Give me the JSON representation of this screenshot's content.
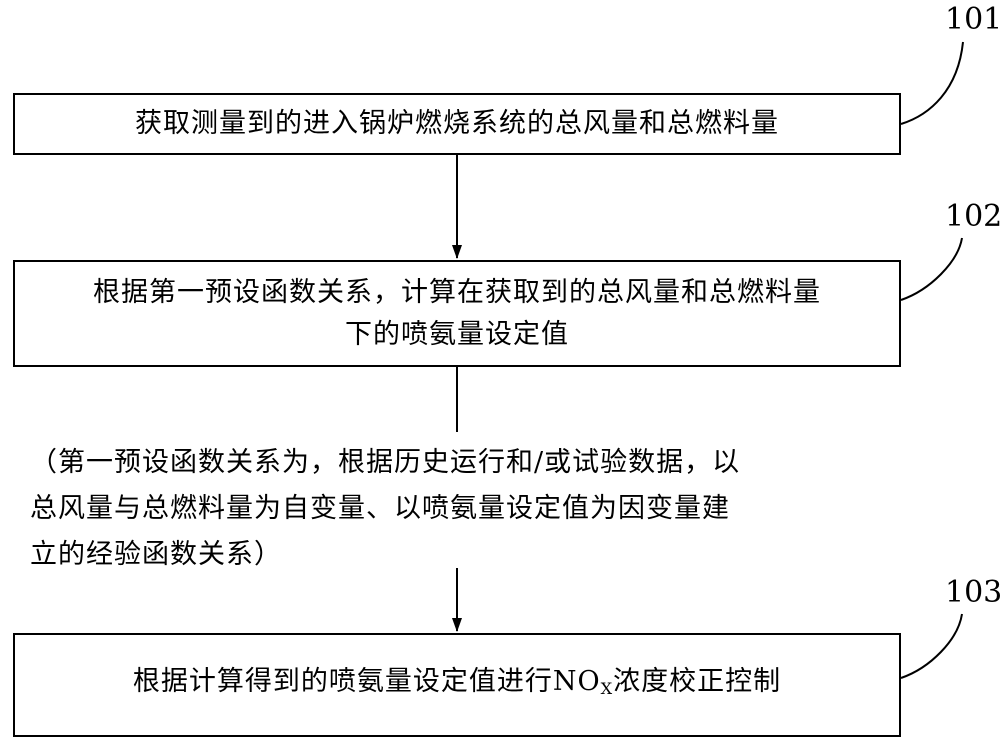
{
  "steps": [
    {
      "label": "101",
      "lines": [
        "获取测量到的进入锅炉燃烧系统的总风量和总燃料量"
      ]
    },
    {
      "label": "102",
      "lines": [
        "根据第一预设函数关系，计算在获取到的总风量和总燃料量",
        "下的喷氨量设定值"
      ]
    },
    {
      "label": "103",
      "text_before": "根据计算得到的喷氨量设定值进行NO",
      "subscript": "X",
      "text_after": "浓度校正控制"
    }
  ],
  "note": {
    "lines": [
      "（第一预设函数关系为，根据历史运行和/或试验数据，以",
      "总风量与总燃料量为自变量、以喷氨量设定值为因变量建",
      "立的经验函数关系）"
    ]
  }
}
